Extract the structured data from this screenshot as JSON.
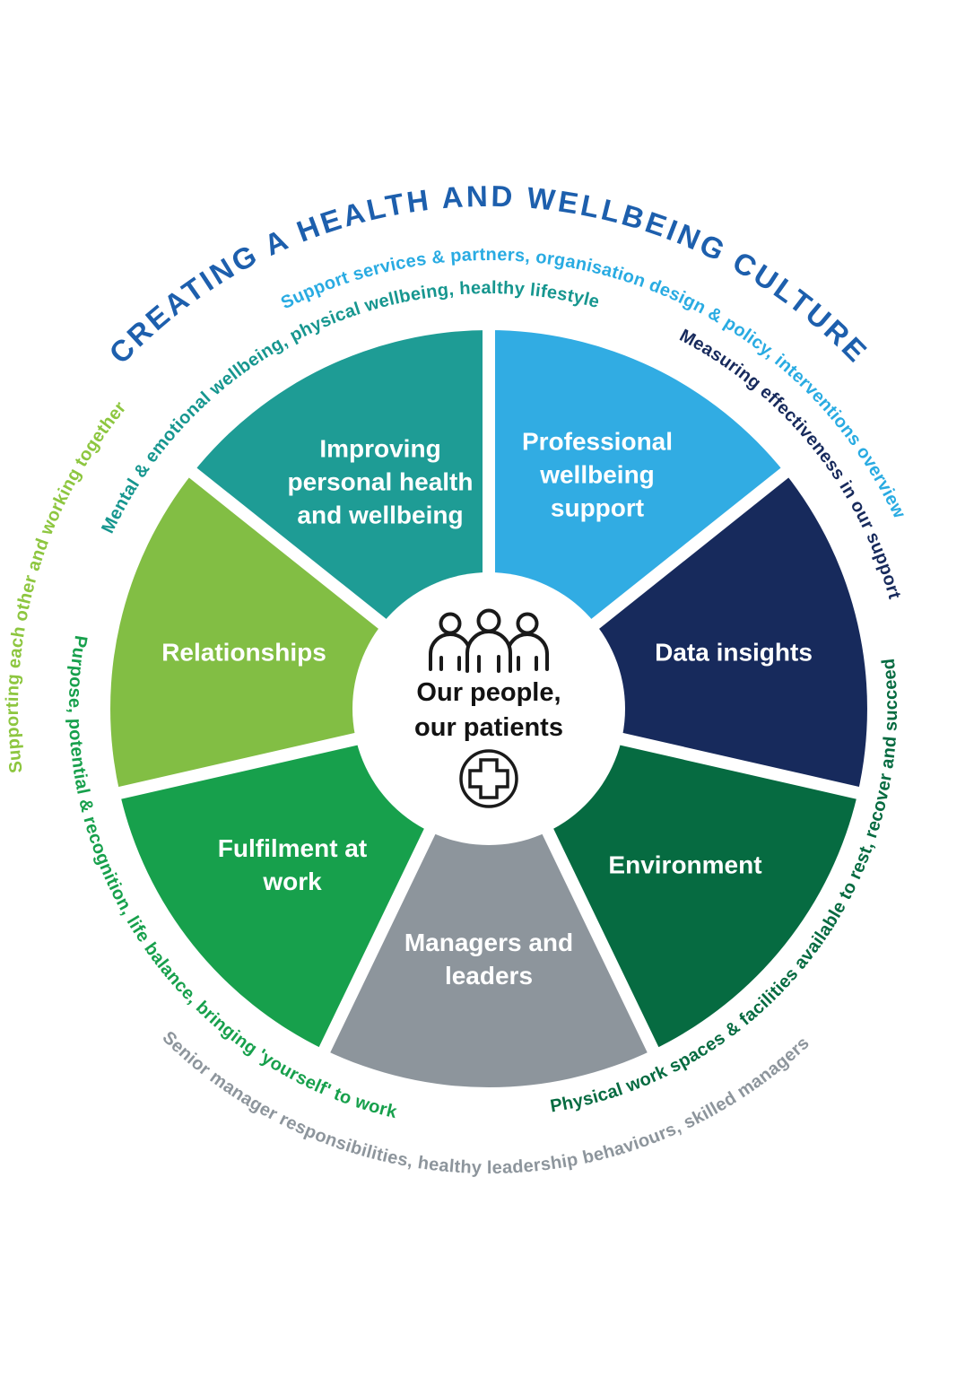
{
  "title": "CREATING A HEALTH AND WELLBEING CULTURE",
  "title_color": "#1D5FAD",
  "outer_ring": [
    {
      "id": "support-services",
      "text": "Support services & partners, organisation design & policy, interventions overview",
      "color": "#29ABE2"
    },
    {
      "id": "mental-emotional",
      "text": "Mental & emotional wellbeing, physical wellbeing, healthy lifestyle",
      "color": "#16968F"
    },
    {
      "id": "measuring-effectiveness",
      "text": "Measuring effectiveness in our support",
      "color": "#172A5C"
    },
    {
      "id": "physical-work-spaces",
      "text": "Physical work spaces & facilities available to rest, recover and succeed",
      "color": "#066B41"
    },
    {
      "id": "senior-manager",
      "text": "Senior manager responsibilities, healthy leadership behaviours, skilled managers",
      "color": "#8D959C"
    },
    {
      "id": "purpose-potential",
      "text": "Purpose, potential & recognition, life balance, bringing 'yourself' to work",
      "color": "#17A04C"
    },
    {
      "id": "supporting-each-other",
      "text": "Supporting each other and working together",
      "color": "#8DC63F"
    }
  ],
  "segments": [
    {
      "label": "Professional wellbeing support",
      "color": "#31ACE3"
    },
    {
      "label": "Data insights",
      "color": "#172A5C"
    },
    {
      "label": "Environment",
      "color": "#066B41"
    },
    {
      "label": "Managers and leaders",
      "color": "#8D959C"
    },
    {
      "label": "Fulfilment at work",
      "color": "#17A04C"
    },
    {
      "label": "Relationships",
      "color": "#82BE44"
    },
    {
      "label": "Improving personal health and wellbeing",
      "color": "#1E9C95"
    }
  ],
  "center": {
    "line1": "Our people,",
    "line2": "our patients"
  },
  "icons": {
    "top": "three-people-icon",
    "bottom": "medical-cross-icon"
  }
}
